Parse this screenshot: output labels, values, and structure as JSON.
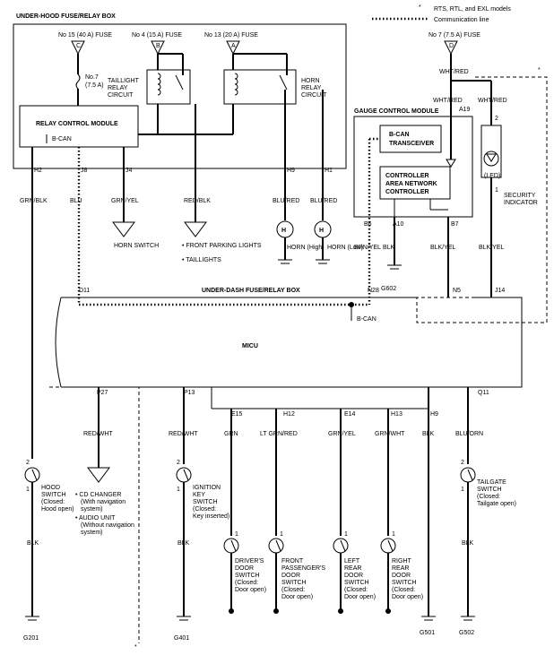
{
  "legend": {
    "dashed_note": "RTS, RTL, and EXL models",
    "dotted_note": "Communication line"
  },
  "boxes": {
    "underhood": "UNDER-HOOD FUSE/RELAY BOX",
    "relay_module": "RELAY CONTROL MODULE",
    "relay_bcan": "B-CAN",
    "taillight_relay": "TAILLIGHT RELAY CIRCUIT",
    "horn_relay": "HORN RELAY CIRCUIT",
    "gauge_module": "GAUGE CONTROL MODULE",
    "bcan_transceiver": "B-CAN TRANSCEIVER",
    "can_controller": "CONTROLLER AREA NETWORK CONTROLLER",
    "underdash": "UNDER-DASH FUSE/RELAY BOX",
    "micu": "MICU",
    "micu_bcan": "B-CAN"
  },
  "fuses": {
    "f15": "No 15 (40 A) FUSE",
    "f4": "No 4 (15 A) FUSE",
    "f13": "No 13 (20 A) FUSE",
    "f7top": "No 7 (7.5 A) FUSE",
    "f7small": "No.7 (7.5 A)",
    "c": "C",
    "b": "B",
    "a": "A",
    "d": "D"
  },
  "pins": {
    "h2": "H2",
    "j8": "J8",
    "j4": "J4",
    "h9": "H9",
    "h1": "H1",
    "a19": "A19",
    "b6": "B6",
    "a10": "A10",
    "b7": "B7",
    "d11": "D11",
    "n28": "N28",
    "n5": "N5",
    "j14": "J14",
    "p27": "P27",
    "p13": "P13",
    "e15": "E15",
    "h12": "H12",
    "e14": "E14",
    "h13": "H13",
    "h9b": "H9",
    "q11": "Q11",
    "led2": "2",
    "led1": "1"
  },
  "wires": {
    "grnblk": "GRN/BLK",
    "blu": "BLU",
    "grnyel": "GRN/YEL",
    "redblk": "RED/BLK",
    "blured1": "BLU/RED",
    "blured2": "BLU/RED",
    "whtred1": "WHT/RED",
    "whtred2": "WHT/RED",
    "whtred3": "WHT/RED",
    "brnyel": "BRN/YEL",
    "blk_gauge": "BLK",
    "blkyel1": "BLK/YEL",
    "blkyel2": "BLK/YEL",
    "redwht1": "RED/WHT",
    "redwht2": "RED/WHT",
    "grn": "GRN",
    "ltgrnred": "LT GRN/RED",
    "grnyel2": "GRN/YEL",
    "grnwht": "GRN/WHT",
    "blk_h9": "BLK",
    "bluorn": "BLU/ORN",
    "blk_hood": "BLK",
    "blk_ign": "BLK",
    "blk_tail": "BLK"
  },
  "components": {
    "horn_switch": "HORN SWITCH",
    "parking1": "• FRONT PARKING LIGHTS",
    "parking2": "• TAILLIGHTS",
    "horn_high": "HORN (High)",
    "horn_low": "HORN (Low)",
    "h": "H",
    "led": "(LED)",
    "security": "SECURITY INDICATOR",
    "hood_switch": "HOOD SWITCH (Closed: Hood open)",
    "cd_changer": "• CD CHANGER (With navigation system)",
    "audio_unit": "• AUDIO UNIT (Without navigation system)",
    "ignition": "IGNITION KEY SWITCH (Closed: Key inserted)",
    "tailgate": "TAILGATE SWITCH (Closed: Tailgate open)",
    "driver_door": "DRIVER'S DOOR SWITCH (Closed: Door open)",
    "front_pass": "FRONT PASSENGER'S DOOR SWITCH (Closed: Door open)",
    "left_rear": "LEFT REAR DOOR SWITCH (Closed: Door open)",
    "right_rear": "RIGHT REAR DOOR SWITCH (Closed: Door open)",
    "sw2": "2",
    "sw1": "1"
  },
  "grounds": {
    "g201": "G201",
    "g401": "G401",
    "g501": "G501",
    "g502": "G502",
    "g602": "G602"
  },
  "marks": {
    "star": "*"
  }
}
